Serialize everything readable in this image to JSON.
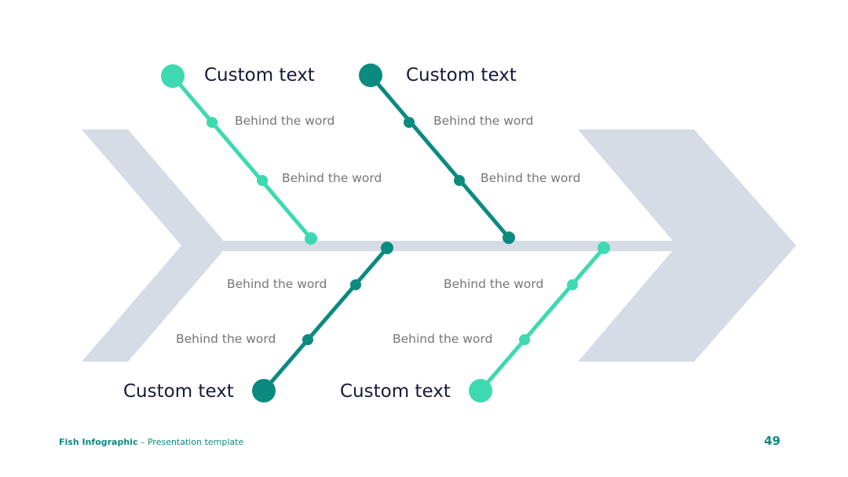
{
  "colors": {
    "light_teal": "#3dd9b0",
    "dark_teal": "#0b8a80",
    "spine_gray": "#d6dce6",
    "title_text": "#151a3a",
    "sub_text": "#767676"
  },
  "bones": [
    {
      "title": "Custom text",
      "items": [
        "Behind the word",
        "Behind the word"
      ],
      "color": "#3dd9b0",
      "position": "top"
    },
    {
      "title": "Custom text",
      "items": [
        "Behind the word",
        "Behind the word"
      ],
      "color": "#0b8a80",
      "position": "top"
    },
    {
      "title": "Custom text",
      "items": [
        "Behind the word",
        "Behind the word"
      ],
      "color": "#0b8a80",
      "position": "bottom"
    },
    {
      "title": "Custom text",
      "items": [
        "Behind the word",
        "Behind the word"
      ],
      "color": "#3dd9b0",
      "position": "bottom"
    }
  ],
  "footer": {
    "brand": "Fish Infographic",
    "subtitle": " – Presentation template"
  },
  "page_number": "49"
}
